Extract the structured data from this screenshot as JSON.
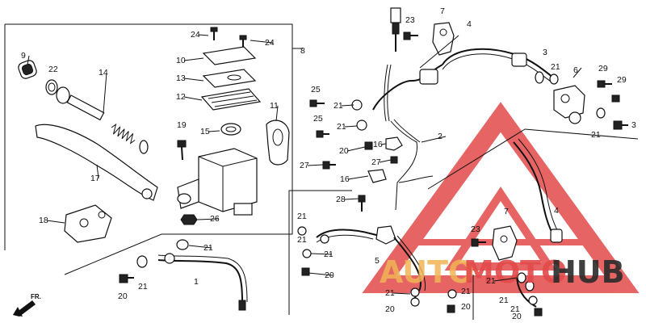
{
  "watermark": {
    "text_auto": "AUTO",
    "text_moto": "MOTO",
    "text_hub": "HUB",
    "color_auto": "#f0b457",
    "color_moto": "#e24a4a",
    "color_hub": "#2b2b2b",
    "logo_color": "#e24a4a"
  },
  "direction_label": "FR.",
  "callouts": [
    {
      "id": "p9",
      "label": "9"
    },
    {
      "id": "p22",
      "label": "22"
    },
    {
      "id": "p14",
      "label": "14"
    },
    {
      "id": "p17",
      "label": "17"
    },
    {
      "id": "p18",
      "label": "18"
    },
    {
      "id": "p24a",
      "label": "24"
    },
    {
      "id": "p24b",
      "label": "24"
    },
    {
      "id": "p8",
      "label": "8"
    },
    {
      "id": "p10",
      "label": "10"
    },
    {
      "id": "p13",
      "label": "13"
    },
    {
      "id": "p12",
      "label": "12"
    },
    {
      "id": "p11",
      "label": "11"
    },
    {
      "id": "p19",
      "label": "19"
    },
    {
      "id": "p15",
      "label": "15"
    },
    {
      "id": "p26",
      "label": "26"
    },
    {
      "id": "p21a",
      "label": "21"
    },
    {
      "id": "p21b",
      "label": "21"
    },
    {
      "id": "p1",
      "label": "1"
    },
    {
      "id": "p20a",
      "label": "20"
    },
    {
      "id": "p23a",
      "label": "23"
    },
    {
      "id": "p7a",
      "label": "7"
    },
    {
      "id": "p4a",
      "label": "4"
    },
    {
      "id": "p3a",
      "label": "3"
    },
    {
      "id": "p21c",
      "label": "21"
    },
    {
      "id": "p6",
      "label": "6"
    },
    {
      "id": "p29a",
      "label": "29"
    },
    {
      "id": "p29b",
      "label": "29"
    },
    {
      "id": "p3b",
      "label": "3"
    },
    {
      "id": "p21d",
      "label": "21"
    },
    {
      "id": "p25a",
      "label": "25"
    },
    {
      "id": "p25b",
      "label": "25"
    },
    {
      "id": "p21e",
      "label": "21"
    },
    {
      "id": "p21f",
      "label": "21"
    },
    {
      "id": "p2",
      "label": "2"
    },
    {
      "id": "p20b",
      "label": "20"
    },
    {
      "id": "p16a",
      "label": "16"
    },
    {
      "id": "p27a",
      "label": "27"
    },
    {
      "id": "p27b",
      "label": "27"
    },
    {
      "id": "p16b",
      "label": "16"
    },
    {
      "id": "p28",
      "label": "28"
    },
    {
      "id": "p21g",
      "label": "21"
    },
    {
      "id": "p21h",
      "label": "21"
    },
    {
      "id": "p21i",
      "label": "21"
    },
    {
      "id": "p20c",
      "label": "20"
    },
    {
      "id": "p5",
      "label": "5"
    },
    {
      "id": "p21j",
      "label": "21"
    },
    {
      "id": "p20d",
      "label": "20"
    },
    {
      "id": "p21k",
      "label": "21"
    },
    {
      "id": "p20e",
      "label": "20"
    },
    {
      "id": "p23b",
      "label": "23"
    },
    {
      "id": "p7b",
      "label": "7"
    },
    {
      "id": "p4b",
      "label": "4"
    },
    {
      "id": "p21l",
      "label": "21"
    },
    {
      "id": "p21m",
      "label": "21"
    },
    {
      "id": "p21n",
      "label": "21"
    },
    {
      "id": "p20f",
      "label": "20"
    }
  ]
}
